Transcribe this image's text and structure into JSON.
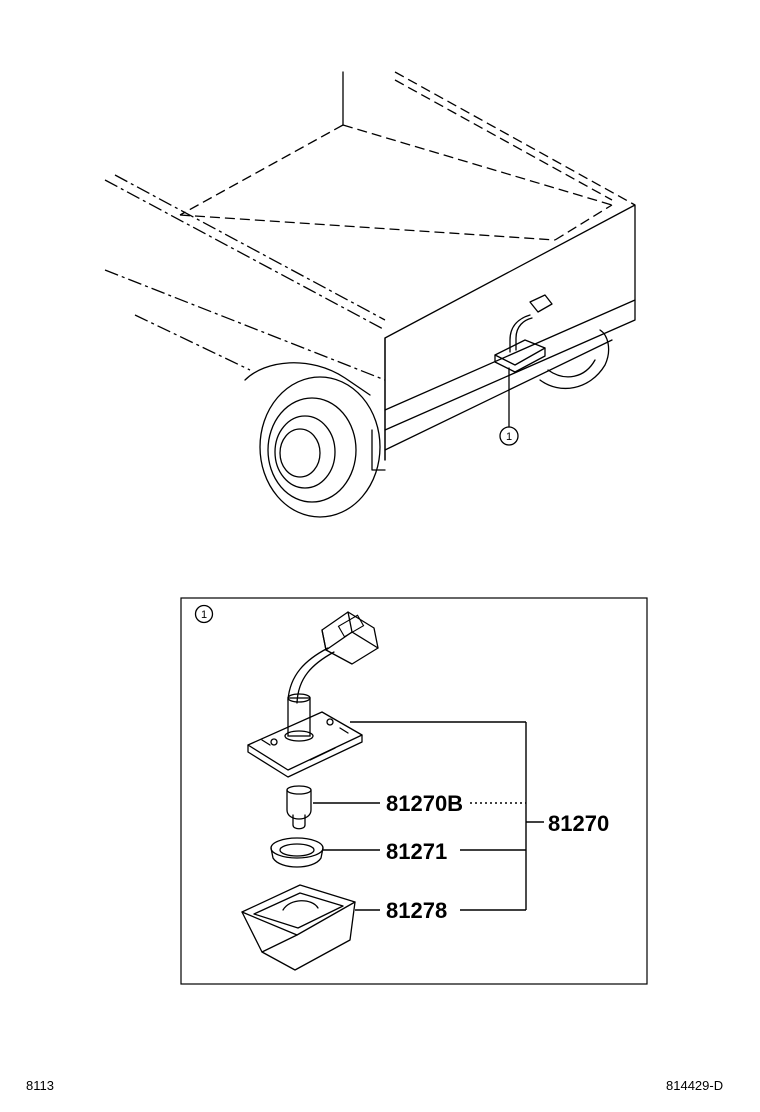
{
  "callout_ref": "1",
  "detail_callout": "1",
  "parts": {
    "bulb": "81270B",
    "lens": "81271",
    "housing": "81278",
    "assembly": "81270"
  },
  "footer": {
    "left_code": "8113",
    "right_code": "814429-D"
  }
}
